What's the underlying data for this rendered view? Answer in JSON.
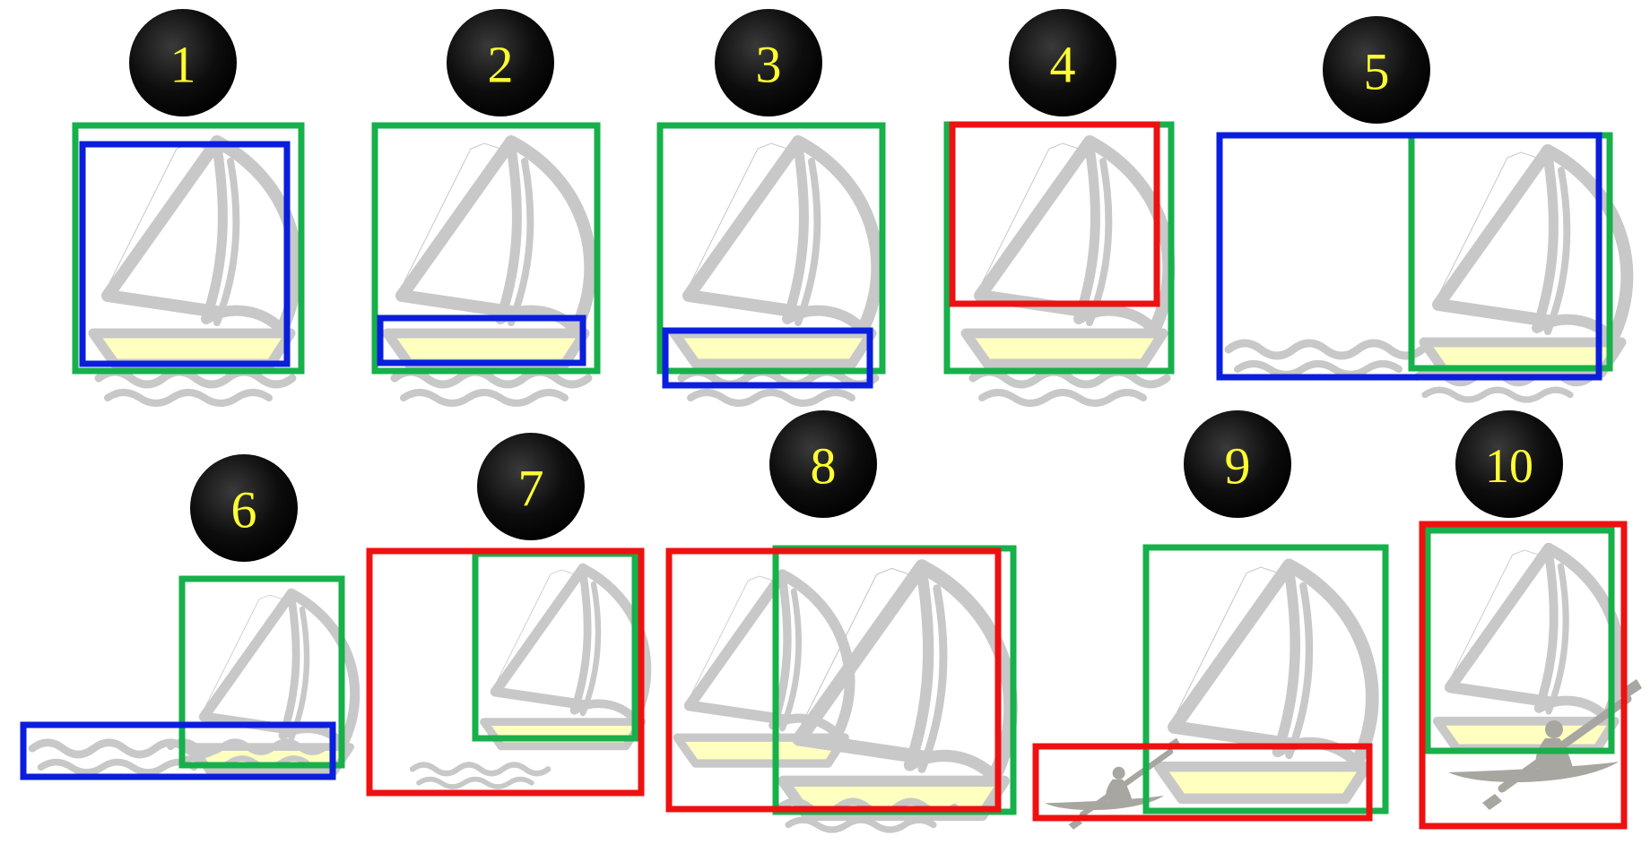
{
  "colors": {
    "green": "#17b04b",
    "blue": "#0a1edc",
    "red": "#ee1111",
    "boat_gray": "#c8c8c8",
    "hull_yellow": "#ffffbf",
    "badge_black": "#0a0a0a",
    "numeral_yellow": "#ffff33",
    "kayak_gray": "#a8a6a0"
  },
  "panels": [
    {
      "label": "1",
      "boxes": [
        "green",
        "blue"
      ]
    },
    {
      "label": "2",
      "boxes": [
        "green",
        "blue"
      ]
    },
    {
      "label": "3",
      "boxes": [
        "green",
        "blue"
      ]
    },
    {
      "label": "4",
      "boxes": [
        "green",
        "red"
      ]
    },
    {
      "label": "5",
      "boxes": [
        "green",
        "blue"
      ]
    },
    {
      "label": "6",
      "boxes": [
        "green",
        "blue"
      ]
    },
    {
      "label": "7",
      "boxes": [
        "green",
        "red"
      ]
    },
    {
      "label": "8",
      "boxes": [
        "green",
        "red"
      ]
    },
    {
      "label": "9",
      "boxes": [
        "green",
        "red"
      ]
    },
    {
      "label": "10",
      "boxes": [
        "green",
        "red"
      ]
    }
  ]
}
